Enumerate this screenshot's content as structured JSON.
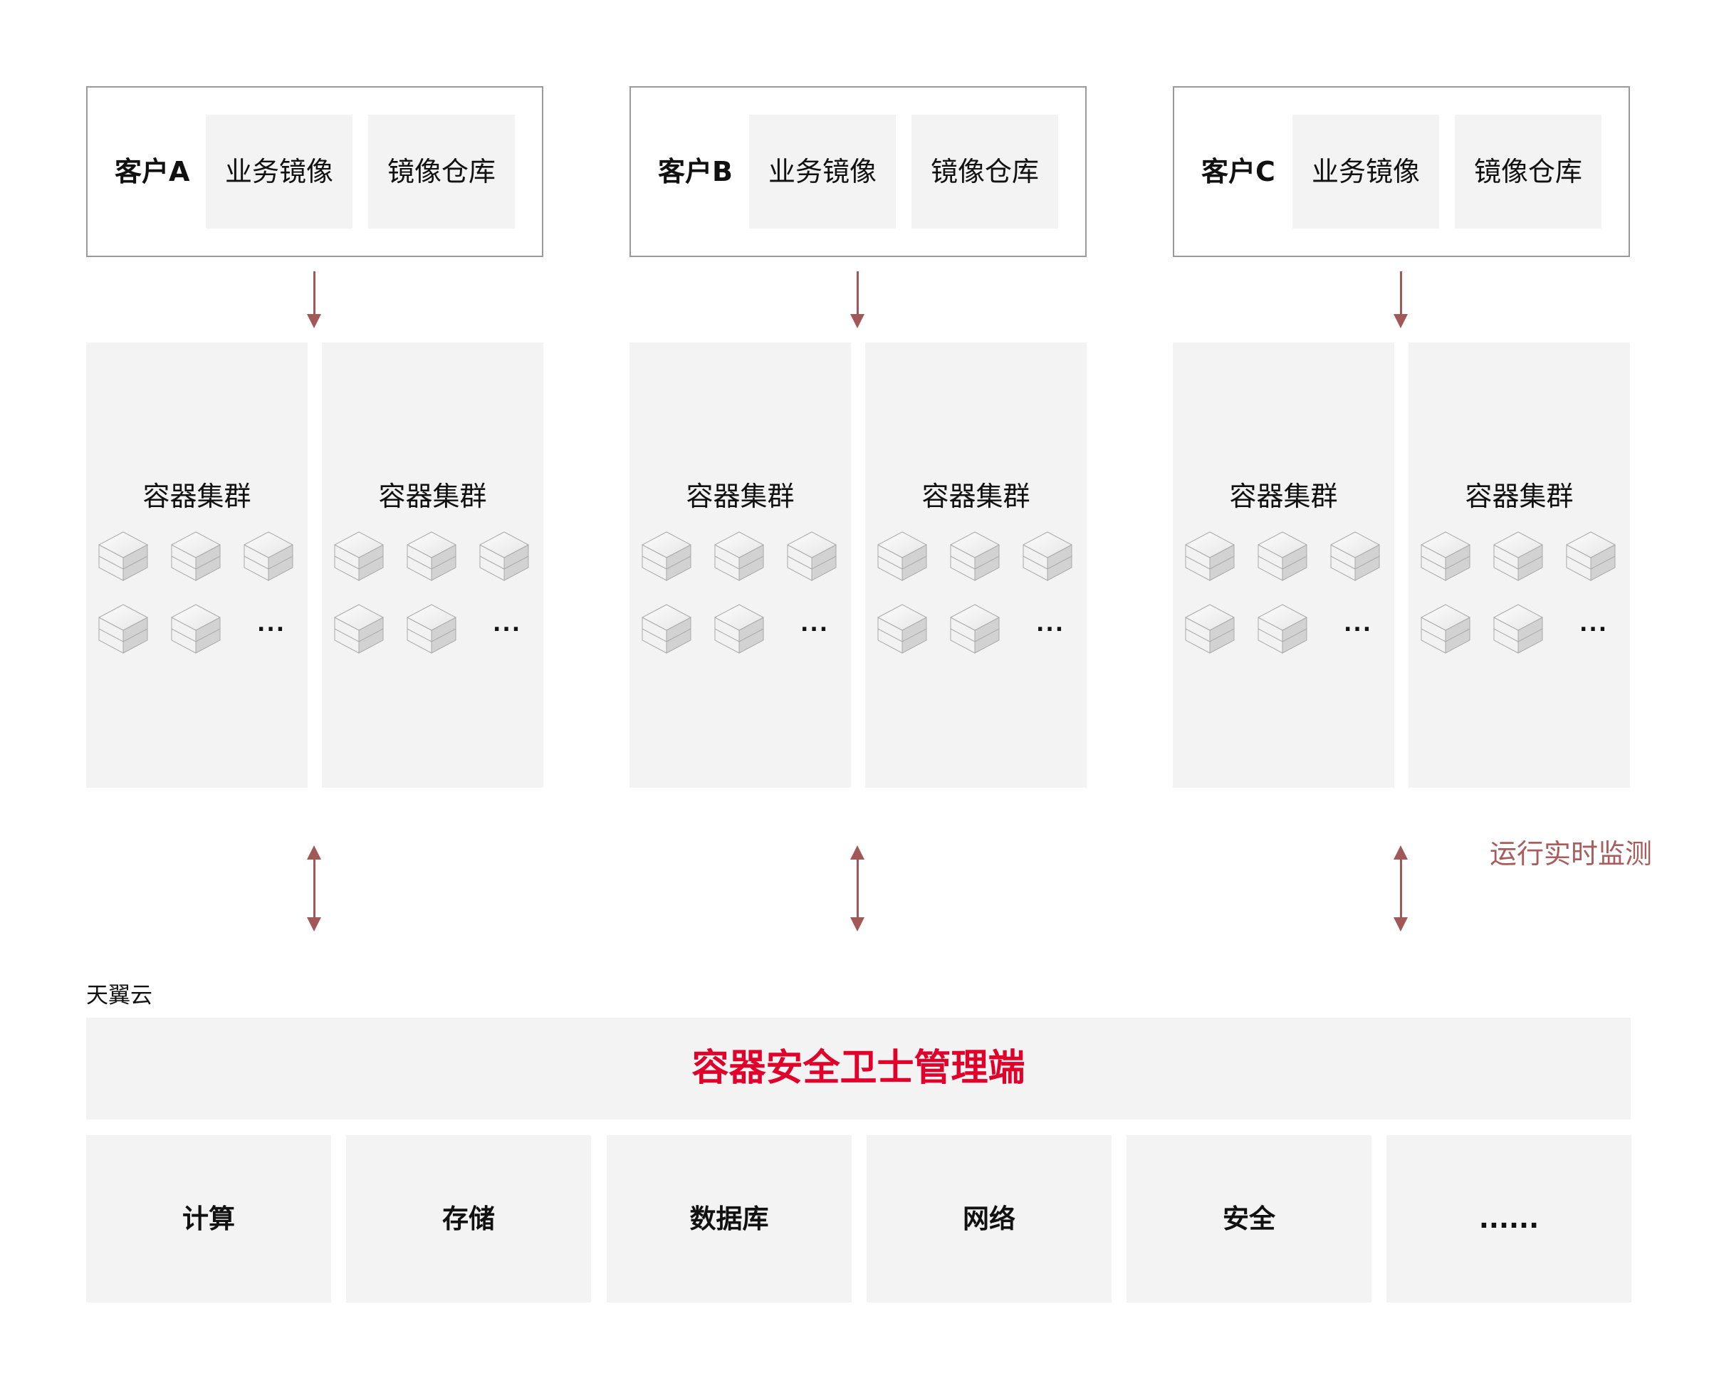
{
  "customers": [
    {
      "label": "客户A",
      "business_image": "业务镜像",
      "image_repo": "镜像仓库"
    },
    {
      "label": "客户B",
      "business_image": "业务镜像",
      "image_repo": "镜像仓库"
    },
    {
      "label": "客户C",
      "business_image": "业务镜像",
      "image_repo": "镜像仓库"
    }
  ],
  "cluster": {
    "title": "容器集群",
    "more": "...",
    "container_icon": "container-cube-icon"
  },
  "monitor_label": "运行实时监测",
  "cloud_label": "天翼云",
  "management": {
    "title": "容器安全卫士管理端",
    "color": "#e0002a"
  },
  "services": [
    "计算",
    "存储",
    "数据库",
    "网络",
    "安全",
    "......"
  ],
  "colors": {
    "arrow": "#a35858",
    "tile": "#f3f3f3",
    "border": "#9a9a9a"
  }
}
